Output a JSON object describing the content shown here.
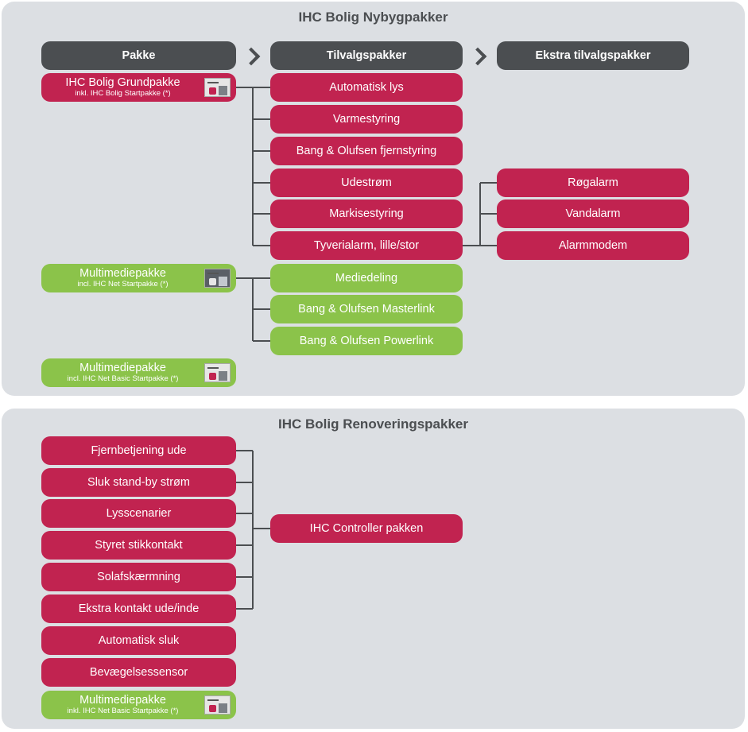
{
  "new_build": {
    "title": "IHC Bolig Nybygpakker",
    "columns": {
      "pakke": "Pakke",
      "tilvalg": "Tilvalgspakker",
      "ekstra": "Ekstra tilvalgspakker"
    },
    "packages": [
      {
        "name": "IHC Bolig Grundpakke",
        "note": "inkl. IHC Bolig Startpakke (*)",
        "color": "#c12350"
      },
      {
        "name": "Multimediepakke",
        "note": "incl. IHC Net Startpakke (*)",
        "color": "#8bc34a"
      },
      {
        "name": "Multimediepakke",
        "note": "incl. IHC Net Basic Startpakke (*)",
        "color": "#8bc34a"
      }
    ],
    "options": [
      "Automatisk lys",
      "Varmestyring",
      "Bang & Olufsen fjernstyring",
      "Udestrøm",
      "Markisestyring",
      "Tyverialarm, lille/stor",
      "Mediedeling",
      "Bang & Olufsen Masterlink",
      "Bang & Olufsen Powerlink"
    ],
    "extra_options": [
      "Røgalarm",
      "Vandalarm",
      "Alarmmodem"
    ]
  },
  "renovation": {
    "title": "IHC Bolig Renoveringspakker",
    "items": [
      "Fjernbetjening ude",
      "Sluk stand-by strøm",
      "Lysscenarier",
      "Styret stikkontakt",
      "Solafskærmning",
      "Ekstra kontakt ude/inde",
      "Automatisk sluk",
      "Bevægelsessensor"
    ],
    "controller": "IHC Controller pakken",
    "multimedia": {
      "name": "Multimediepakke",
      "note": "inkl. IHC Net Basic Startpakke (*)"
    }
  },
  "colors": {
    "panel": "#dcdfe3",
    "header": "#4b4e51",
    "red": "#c12350",
    "green": "#8bc34a"
  },
  "icons": [
    "chevron-right-icon",
    "package-thumbnail"
  ]
}
